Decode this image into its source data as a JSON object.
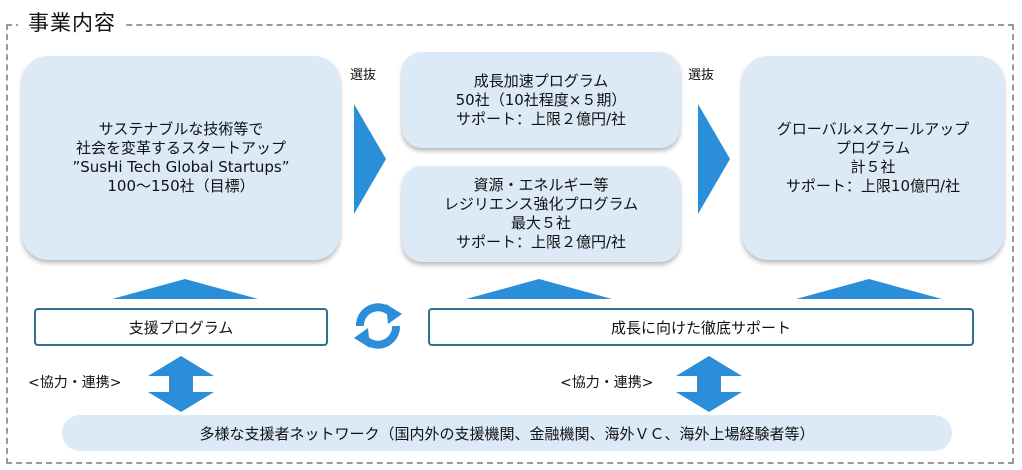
{
  "frame": {
    "title": "事業内容"
  },
  "left_box": {
    "lines": [
      "サステナブルな技術等で",
      "社会を変革するスタートアップ",
      "”SusHi Tech Global Startups”",
      "100～150社（目標）"
    ]
  },
  "middle_top_box": {
    "lines": [
      "成長加速プログラム",
      "50社（10社程度×５期）",
      "サポート：上限２億円/社"
    ]
  },
  "middle_bottom_box": {
    "lines": [
      "資源・エネルギー等",
      "レジリエンス強化プログラム",
      "最大５社",
      "サポート：上限２億円/社"
    ]
  },
  "right_box": {
    "lines": [
      "グローバル×スケールアップ",
      "プログラム",
      "計５社",
      "サポート：上限10億円/社"
    ]
  },
  "selection_labels": {
    "first": "選抜",
    "second": "選抜"
  },
  "support_bar": {
    "label": "支援プログラム"
  },
  "growth_bar": {
    "label": "成長に向けた徹底サポート"
  },
  "cooperation_labels": {
    "left": "<協力・連携>",
    "right": "<協力・連携>"
  },
  "network": {
    "label": "多様な支援者ネットワーク（国内外の支援機関、金融機関、海外ＶＣ、海外上場経験者等）"
  },
  "colors": {
    "box_fill": "#dce9f6",
    "accent_blue": "#2a8fd8",
    "bar_border": "#2f6f8f",
    "frame_border": "#9a9a9a"
  },
  "icons": {
    "chevron": "chevron-right-icon",
    "cycle": "refresh-cycle-icon",
    "double_arrow": "up-down-arrow-icon"
  }
}
